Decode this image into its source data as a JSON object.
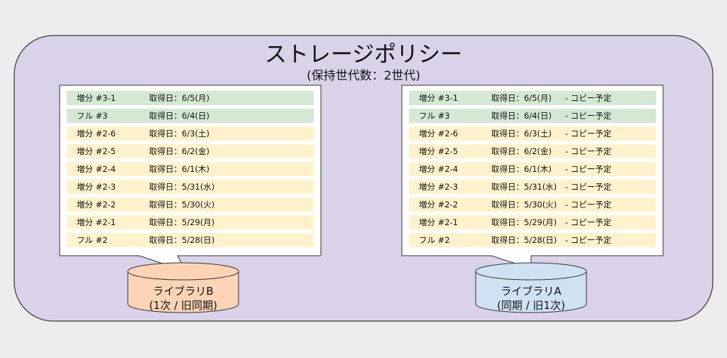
{
  "diagram": {
    "title": "ストレージポリシー",
    "subtitle": "(保持世代数：2世代)",
    "colors": {
      "container_fill": "#d9d2e9",
      "container_stroke": "#333333",
      "full_row": "#d5e8d4",
      "incremental_row": "#fff2cc",
      "library_b_fill": "#fbd3b5",
      "library_a_fill": "#cfe2f3"
    },
    "library_b": {
      "line1": "ライブラリB",
      "line2": "(1次 / 旧同期)",
      "rows": [
        {
          "name": "増分 #3-1",
          "date": "取得日：6/5(月)",
          "kind": "green"
        },
        {
          "name": "フル #3",
          "date": "取得日：6/4(日)",
          "kind": "green"
        },
        {
          "name": "増分 #2-6",
          "date": "取得日：6/3(土)",
          "kind": "yellow"
        },
        {
          "name": "増分 #2-5",
          "date": "取得日：6/2(金)",
          "kind": "yellow"
        },
        {
          "name": "増分 #2-4",
          "date": "取得日：6/1(木)",
          "kind": "yellow"
        },
        {
          "name": "増分 #2-3",
          "date": "取得日：5/31(水)",
          "kind": "yellow"
        },
        {
          "name": "増分 #2-2",
          "date": "取得日：5/30(火)",
          "kind": "yellow"
        },
        {
          "name": "増分 #2-1",
          "date": "取得日：5/29(月)",
          "kind": "yellow"
        },
        {
          "name": "フル #2",
          "date": "取得日：5/28(日)",
          "kind": "yellow"
        }
      ]
    },
    "library_a": {
      "line1": "ライブラリA",
      "line2": "(同期 / 旧1次)",
      "rows": [
        {
          "name": "増分 #3-1",
          "date": "取得日：6/5(月)",
          "note": "- コピー予定",
          "kind": "green"
        },
        {
          "name": "フル #3",
          "date": "取得日：6/4(日)",
          "note": "- コピー予定",
          "kind": "green"
        },
        {
          "name": "増分 #2-6",
          "date": "取得日：6/3(土)",
          "note": "- コピー予定",
          "kind": "yellow"
        },
        {
          "name": "増分 #2-5",
          "date": "取得日：6/2(金)",
          "note": "- コピー予定",
          "kind": "yellow"
        },
        {
          "name": "増分 #2-4",
          "date": "取得日：6/1(木)",
          "note": "- コピー予定",
          "kind": "yellow"
        },
        {
          "name": "増分 #2-3",
          "date": "取得日：5/31(水)",
          "note": "- コピー予定",
          "kind": "yellow"
        },
        {
          "name": "増分 #2-2",
          "date": "取得日：5/30(火)",
          "note": "- コピー予定",
          "kind": "yellow"
        },
        {
          "name": "増分 #2-1",
          "date": "取得日：5/29(月)",
          "note": "- コピー予定",
          "kind": "yellow"
        },
        {
          "name": "フル #2",
          "date": "取得日：5/28(日)",
          "note": "- コピー予定",
          "kind": "yellow"
        }
      ]
    }
  }
}
